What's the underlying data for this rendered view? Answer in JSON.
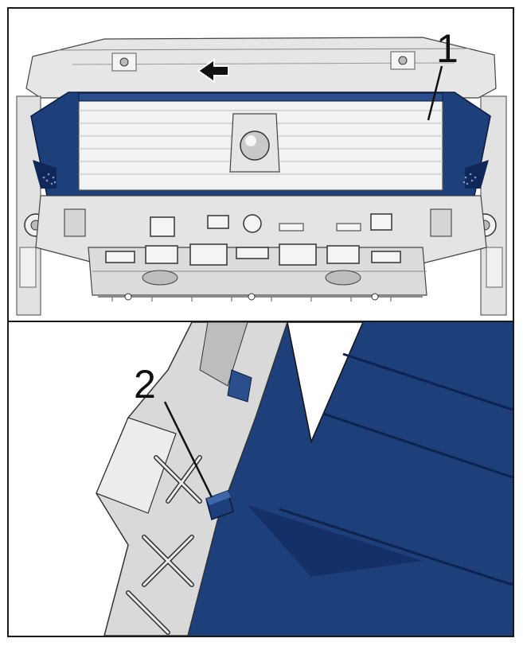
{
  "figure": {
    "callouts": [
      {
        "id": "1",
        "text": "1",
        "meaning": ""
      },
      {
        "id": "2",
        "text": "2",
        "meaning": ""
      }
    ],
    "icons": {
      "direction_arrow": "arrow-left-icon"
    },
    "colors": {
      "component_blue": "#1d3f7a",
      "component_blue_dark": "#10275a",
      "structure_grey": "#d9d9d9",
      "structure_light": "#eeeeee",
      "outline": "#1a1a1a"
    }
  }
}
